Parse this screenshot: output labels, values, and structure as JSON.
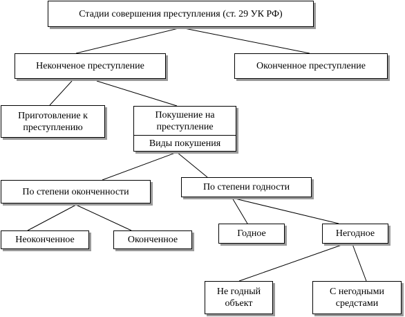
{
  "diagram": {
    "root": "Стадии  совершения преступления (ст. 29 УК РФ)",
    "incomplete": "Неконченое преступление",
    "complete": "Оконченное преступление",
    "preparation": "Приготовление к\nпреступлению",
    "attempt": "Покушение на\nпреступление",
    "attempt_types": "Виды покушения",
    "by_completion": "По степени оконченности",
    "by_suitability": "По степени годности",
    "unfinished": "Неоконченное",
    "finished": "Оконченное",
    "suitable": "Годное",
    "unsuitable": "Негодное",
    "unsuitable_object": "Не годный\nобъект",
    "unsuitable_means": "С негодными\nсредстами"
  }
}
